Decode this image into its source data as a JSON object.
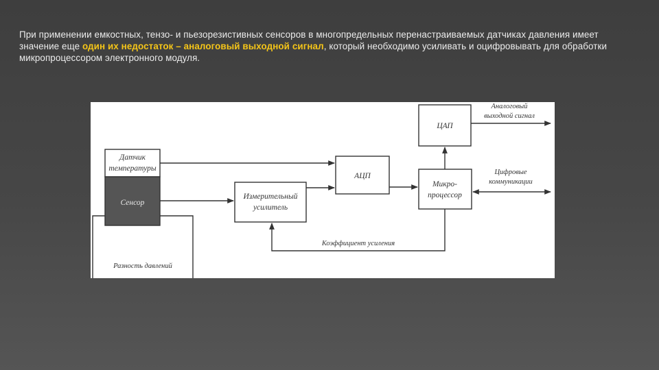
{
  "slide": {
    "text_before": "При применении емкостных, тензо- и пьезорезистивных сенсоров в многопредельных перенастраиваемых датчиках давления имеет значение еще ",
    "text_highlight": "один их недостаток – аналоговый выходной сигнал",
    "text_after": ", который необходимо усиливать и оцифровывать для обработки микропроцессором электронного модуля."
  },
  "diagram": {
    "temp_sensor": [
      "Датчик",
      "температуры"
    ],
    "sensor": "Сенсор",
    "amplifier": [
      "Измерительный",
      "усилитель"
    ],
    "adc": "АЦП",
    "dac": "ЦАП",
    "microprocessor": [
      "Микро-",
      "процессор"
    ],
    "analog_output": [
      "Аналоговый",
      "выходной сигнал"
    ],
    "digital_comm": [
      "Цифровые",
      "коммуникации"
    ],
    "gain": "Коэффициент усиления",
    "pressure_diff": "Разность давлений"
  }
}
